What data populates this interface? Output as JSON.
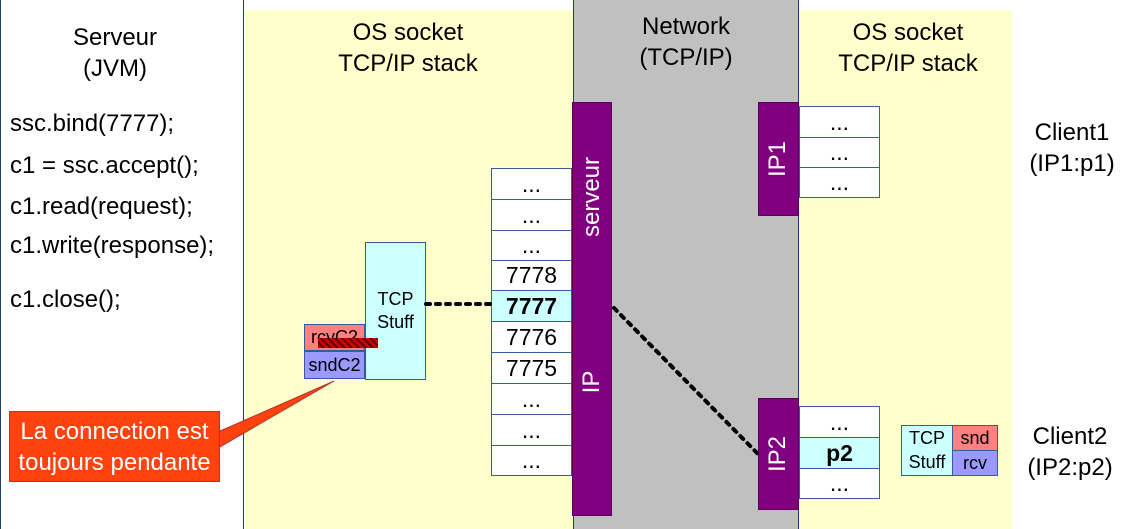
{
  "server": {
    "title_line1": "Serveur",
    "title_line2": "(JVM)",
    "code": [
      "ssc.bind(7777);",
      "c1 = ssc.accept();",
      "c1.read(request);",
      "c1.write(response);",
      "c1.close();"
    ]
  },
  "os_left": {
    "title_line1": "OS socket",
    "title_line2": "TCP/IP stack",
    "ports": [
      "...",
      "...",
      "...",
      "7778",
      "7777",
      "7776",
      "7775",
      "...",
      "...",
      "..."
    ],
    "tcp_line1": "TCP",
    "tcp_line2": "Stuff",
    "rcv_label": "rcvC2",
    "snd_label": "sndC2"
  },
  "network": {
    "title_line1": "Network",
    "title_line2": "(TCP/IP)",
    "bar_top": "serveur",
    "bar_bottom": "IP"
  },
  "os_right": {
    "title_line1": "OS socket",
    "title_line2": "TCP/IP stack",
    "ip1_label": "IP1",
    "ip1_ports": [
      "...",
      "...",
      "..."
    ],
    "ip2_label": "IP2",
    "ip2_ports": [
      "...",
      "p2",
      "..."
    ],
    "tcp_line1": "TCP",
    "tcp_line2": "Stuff",
    "snd_label": "snd",
    "rcv_label": "rcv"
  },
  "clients": {
    "client1_line1": "Client1",
    "client1_line2": "(IP1:p1)",
    "client2_line1": "Client2",
    "client2_line2": "(IP2:p2)"
  },
  "callout": {
    "line1": "La connection est",
    "line2": "toujours pendante"
  },
  "colors": {
    "panel": "#ffffcc",
    "network": "#c0c0c0",
    "bar": "#800080",
    "highlight": "#ccffff",
    "rcv": "#ff8080",
    "snd": "#9999ff",
    "callout": "#ff420e"
  }
}
